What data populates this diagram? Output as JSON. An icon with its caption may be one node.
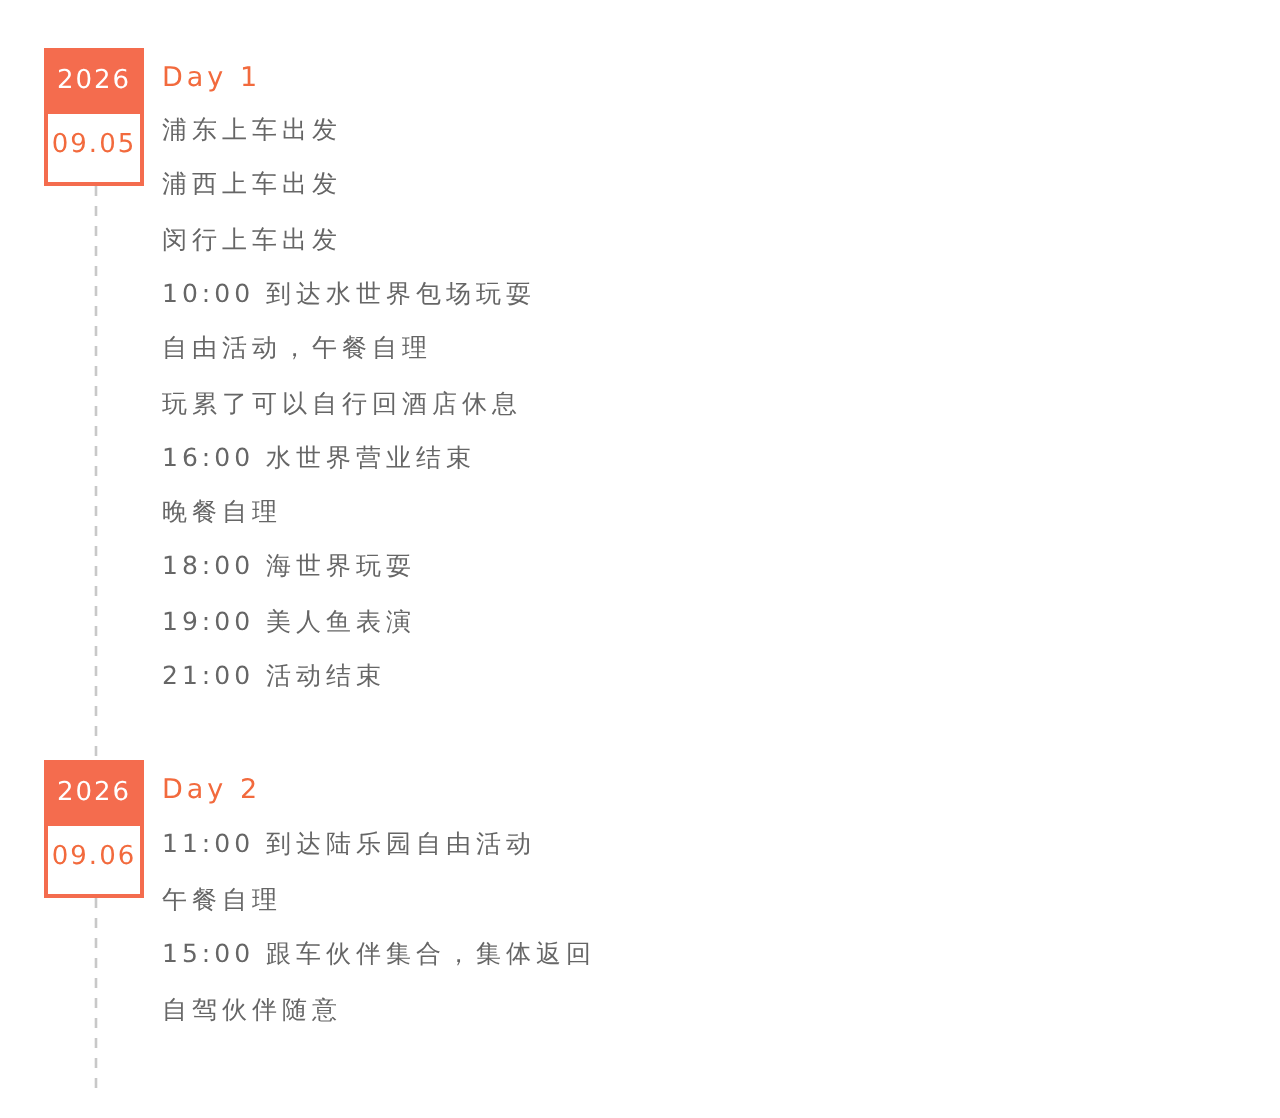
{
  "diagram": {
    "nodes": [
      {
        "text": [
          "2026",
          "09.05"
        ],
        "beside": [
          "Day 1",
          "浦东上车出发",
          "浦西上车出发",
          "闵行上车出发",
          "10:00 到达水世界包场玩耍",
          "自由活动，午餐自理",
          "玩累了可以自行回酒店休息",
          "16:00 水世界营业结束",
          "晚餐自理",
          "18:00 海世界玩耍",
          "19:00 美人鱼表演",
          "21:00 活动结束"
        ]
      },
      {
        "text": [
          "2026",
          "09.06"
        ],
        "beside": [
          "Day 2",
          "11:00 到达陆乐园自由活动",
          "午餐自理",
          "15:00 跟车伙伴集合，集体返回",
          "自驾伙伴随意"
        ]
      }
    ],
    "edges": [
      {
        "from": 0,
        "to": 1,
        "arrow": "none",
        "style": "dashed"
      },
      {
        "from": 1,
        "to": null,
        "arrow": "none",
        "style": "dashed"
      }
    ]
  }
}
